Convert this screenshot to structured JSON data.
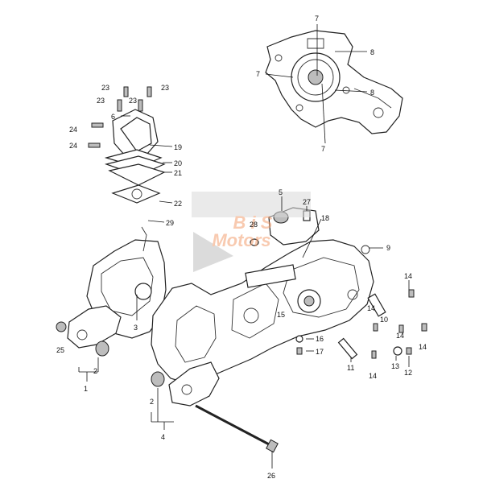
{
  "watermark": {
    "line1": "B i S",
    "line2": "Motors",
    "color": "#f4a071"
  },
  "callouts": [
    {
      "key": "c7a",
      "label": "7"
    },
    {
      "key": "c8a",
      "label": "8"
    },
    {
      "key": "c7b",
      "label": "7"
    },
    {
      "key": "c8b",
      "label": "8"
    },
    {
      "key": "c7c",
      "label": "7"
    },
    {
      "key": "c23a",
      "label": "23"
    },
    {
      "key": "c23b",
      "label": "23"
    },
    {
      "key": "c23c",
      "label": "23"
    },
    {
      "key": "c23d",
      "label": "23"
    },
    {
      "key": "c6",
      "label": "6"
    },
    {
      "key": "c24a",
      "label": "24"
    },
    {
      "key": "c24b",
      "label": "24"
    },
    {
      "key": "c19",
      "label": "19"
    },
    {
      "key": "c20",
      "label": "20"
    },
    {
      "key": "c21",
      "label": "21"
    },
    {
      "key": "c22",
      "label": "22"
    },
    {
      "key": "c29",
      "label": "29"
    },
    {
      "key": "c5",
      "label": "5"
    },
    {
      "key": "c27",
      "label": "27"
    },
    {
      "key": "c28",
      "label": "28"
    },
    {
      "key": "c18",
      "label": "18"
    },
    {
      "key": "c9",
      "label": "9"
    },
    {
      "key": "c14a",
      "label": "14"
    },
    {
      "key": "c14b",
      "label": "14"
    },
    {
      "key": "c14c",
      "label": "14"
    },
    {
      "key": "c14d",
      "label": "14"
    },
    {
      "key": "c14e",
      "label": "14"
    },
    {
      "key": "c15",
      "label": "15"
    },
    {
      "key": "c10",
      "label": "10"
    },
    {
      "key": "c3",
      "label": "3"
    },
    {
      "key": "c25",
      "label": "25"
    },
    {
      "key": "c2a",
      "label": "2"
    },
    {
      "key": "c1",
      "label": "1"
    },
    {
      "key": "c16",
      "label": "16"
    },
    {
      "key": "c17",
      "label": "17"
    },
    {
      "key": "c11",
      "label": "11"
    },
    {
      "key": "c13",
      "label": "13"
    },
    {
      "key": "c12",
      "label": "12"
    },
    {
      "key": "c2b",
      "label": "2"
    },
    {
      "key": "c4",
      "label": "4"
    },
    {
      "key": "c26",
      "label": "26"
    }
  ]
}
